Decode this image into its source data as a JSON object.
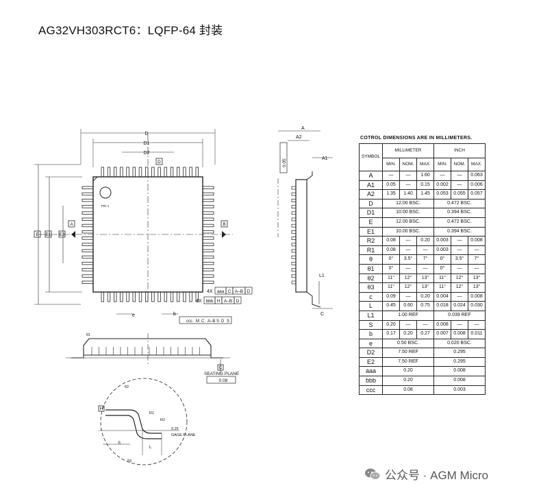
{
  "title": "AG32VH303RCT6：LQFP-64 封装",
  "labels": {
    "D": "D",
    "D1": "D1",
    "D2": "D2",
    "E": "E",
    "E1": "E1",
    "E2": "E2",
    "A": "A",
    "A1": "A1",
    "A2": "A2",
    "B": "B",
    "C": "C",
    "H": "H",
    "L": "L",
    "L1": "L1",
    "b": "b",
    "e": "e",
    "pin1": "PIN 1",
    "tol_005": "0.05",
    "fcf_aaa": [
      "4X",
      "aaa",
      "C",
      "A–B",
      "D"
    ],
    "fcf_bbb": [
      "4X",
      "bbb",
      "H",
      "A–B",
      "D"
    ],
    "fcf_ccc": [
      "ccc",
      "M",
      "C",
      "A–B",
      "S",
      "D",
      "S"
    ],
    "seating_plane": "SEATING PLANE",
    "seating_tol": "0.08",
    "theta1": "θ1",
    "theta2": "θ2",
    "theta3": "θ3",
    "R1": "R1",
    "R2": "R2",
    "S": "S",
    "gage_val": "0.25",
    "gage_plane": "GAGE PLANE"
  },
  "table": {
    "caption": "COTROL DIMENSIONS ARE IN MILLIMETERS.",
    "symbol_header": "SYMBOL",
    "mm_header": "MILLIMETER",
    "inch_header": "INCH",
    "sub": [
      "MIN.",
      "NOM.",
      "MAX.",
      "MIN.",
      "NOM.",
      "MAX."
    ],
    "rows": [
      {
        "sym": "A",
        "cells": [
          "—",
          "—",
          "1.60",
          "—",
          "—",
          "0.063"
        ]
      },
      {
        "sym": "A1",
        "cells": [
          "0.05",
          "—",
          "0.15",
          "0.002",
          "—",
          "0.006"
        ]
      },
      {
        "sym": "A2",
        "cells": [
          "1.35",
          "1.40",
          "1.45",
          "0.053",
          "0.055",
          "0.057"
        ]
      },
      {
        "sym": "D",
        "mm": "12.00  BSC.",
        "inch": "0.472  BSC."
      },
      {
        "sym": "D1",
        "mm": "10.00  BSC.",
        "inch": "0.394  BSC."
      },
      {
        "sym": "E",
        "mm": "12.00  BSC.",
        "inch": "0.472  BSC."
      },
      {
        "sym": "E1",
        "mm": "10.00  BSC.",
        "inch": "0.394  BSC."
      },
      {
        "sym": "R2",
        "cells": [
          "0.08",
          "—",
          "0.20",
          "0.003",
          "—",
          "0.008"
        ]
      },
      {
        "sym": "R1",
        "cells": [
          "0.08",
          "—",
          "—",
          "0.003",
          "—",
          "—"
        ]
      },
      {
        "sym": "θ",
        "cells": [
          "0°",
          "3.5°",
          "7°",
          "0°",
          "3.5°",
          "7°"
        ]
      },
      {
        "sym": "θ1",
        "cells": [
          "0°",
          "—",
          "—",
          "0°",
          "—",
          "—"
        ]
      },
      {
        "sym": "θ2",
        "cells": [
          "11°",
          "12°",
          "13°",
          "11°",
          "12°",
          "13°"
        ]
      },
      {
        "sym": "θ3",
        "cells": [
          "11°",
          "12°",
          "13°",
          "11°",
          "12°",
          "13°"
        ]
      },
      {
        "sym": "c",
        "cells": [
          "0.09",
          "—",
          "0.20",
          "0.004",
          "—",
          "0.008"
        ]
      },
      {
        "sym": "L",
        "cells": [
          "0.45",
          "0.60",
          "0.75",
          "0.018",
          "0.024",
          "0.030"
        ]
      },
      {
        "sym": "L1",
        "mm": "1.00  REF",
        "inch": "0.039  REF"
      },
      {
        "sym": "S",
        "cells": [
          "0.20",
          "—",
          "—",
          "0.008",
          "—",
          "—"
        ]
      },
      {
        "sym": "b",
        "cells": [
          "0.17",
          "0.20",
          "0.27",
          "0.007",
          "0.008",
          "0.011"
        ]
      },
      {
        "sym": "e",
        "mm": "0.50  BSC.",
        "inch": "0.020  BSC."
      },
      {
        "sym": "D2",
        "mm": "7.50  REF",
        "inch": "0.295"
      },
      {
        "sym": "E2",
        "mm": "7.50  REF",
        "inch": "0.295"
      },
      {
        "sym": "aaa",
        "mm": "0.20",
        "inch": "0.008"
      },
      {
        "sym": "bbb",
        "mm": "0.20",
        "inch": "0.008"
      },
      {
        "sym": "ccc",
        "mm": "0.08",
        "inch": "0.003"
      }
    ]
  },
  "watermark": {
    "text": "公众号 · AGM Micro",
    "icon": "wechat-icon"
  }
}
